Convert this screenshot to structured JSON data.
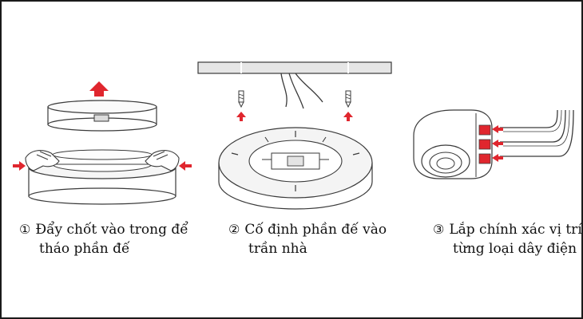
{
  "colors": {
    "accent": "#e0262e",
    "stroke": "#3a3a3a",
    "fill": "#f2f2f2"
  },
  "steps": [
    {
      "number": "①",
      "line1": "Đẩy chốt vào trong để",
      "line2": "tháo phần đế"
    },
    {
      "number": "②",
      "line1": "Cố định phần đế vào",
      "line2": "trần nhà"
    },
    {
      "number": "③",
      "line1": "Lắp chính xác vị trí",
      "line2": "từng loại dây điện"
    }
  ]
}
